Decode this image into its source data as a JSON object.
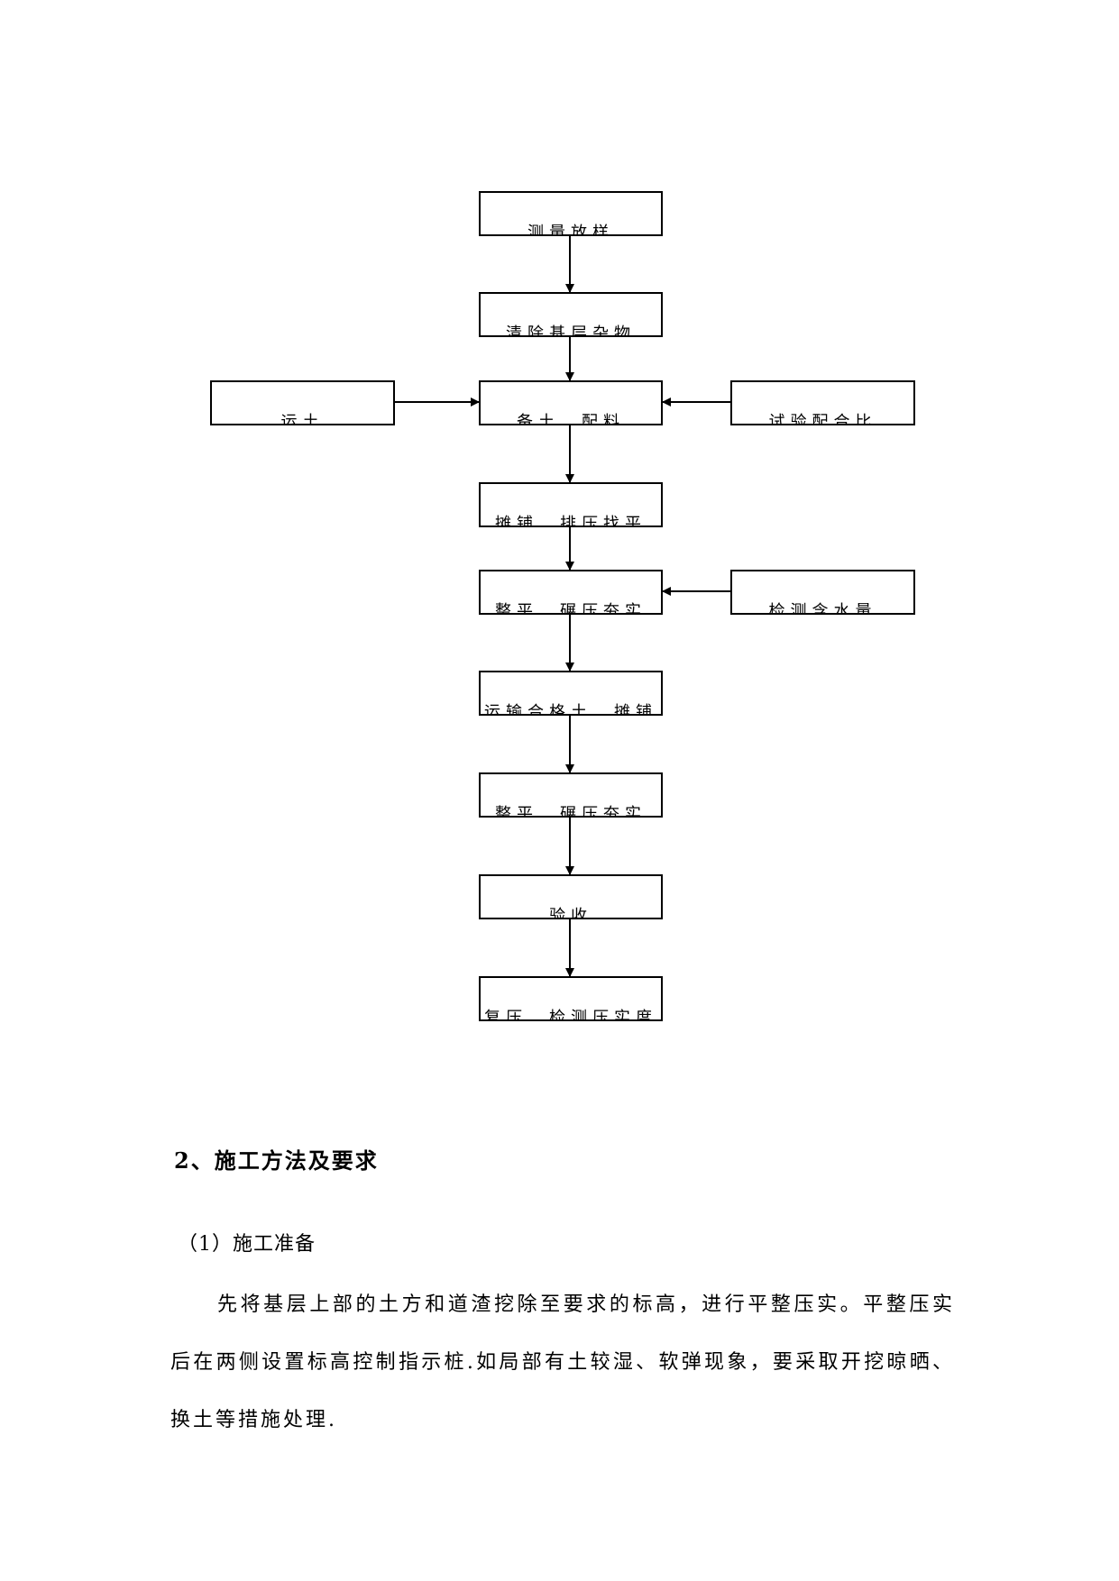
{
  "flowchart": {
    "main": [
      "测量放样",
      "清除基层杂物",
      "备土、配料",
      "摊铺、排压找平",
      "整平、碾压夯实",
      "运输合格土、摊铺",
      "整平、碾压夯实",
      "验收",
      "复压、检测压实度"
    ],
    "left": [
      "运土"
    ],
    "right": [
      "试验配合比",
      "检测含水量"
    ]
  },
  "section": {
    "heading": "2、施工方法及要求",
    "subheading": "（1）施工准备",
    "paragraph": "先将基层上部的土方和道渣挖除至要求的标高，进行平整压实。平整压实后在两侧设置标高控制指示桩.如局部有土较湿、软弹现象，要采取开挖晾晒、换土等措施处理."
  }
}
